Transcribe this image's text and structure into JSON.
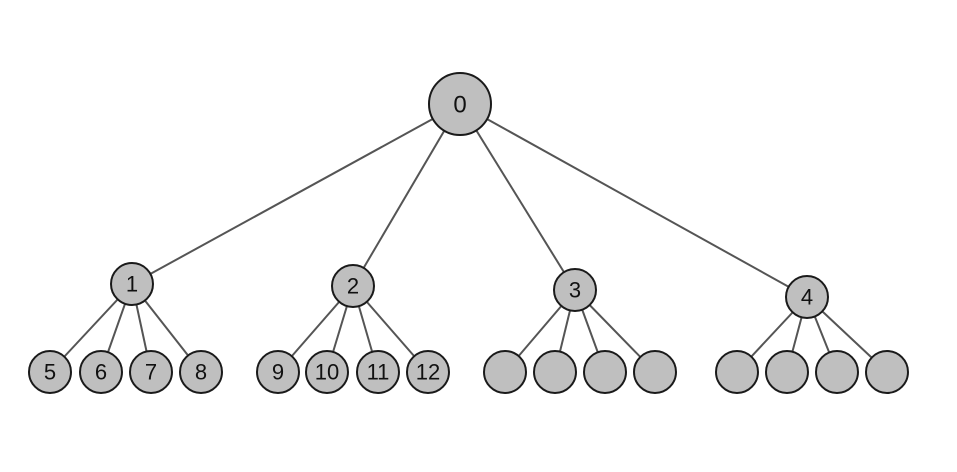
{
  "diagram": {
    "type": "tree",
    "root": {
      "label": "0"
    },
    "level1": [
      {
        "label": "1",
        "children": [
          "5",
          "6",
          "7",
          "8"
        ]
      },
      {
        "label": "2",
        "children": [
          "9",
          "10",
          "11",
          "12"
        ]
      },
      {
        "label": "3",
        "children": [
          "",
          "",
          "",
          ""
        ]
      },
      {
        "label": "4",
        "children": [
          "",
          "",
          "",
          ""
        ]
      }
    ],
    "colors": {
      "node_fill": "#bfbfbf",
      "node_stroke": "#1a1a1a",
      "edge": "#555555"
    }
  }
}
